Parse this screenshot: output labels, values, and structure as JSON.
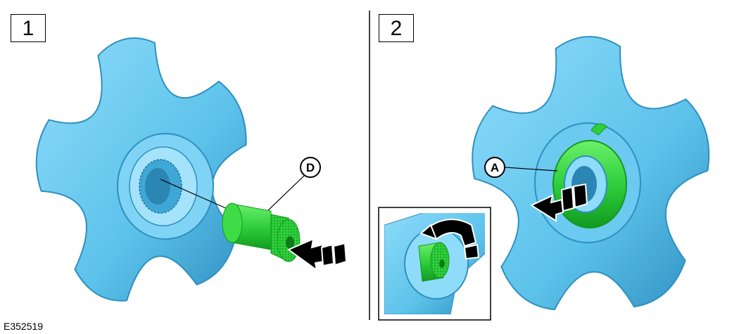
{
  "steps": [
    {
      "label": "1"
    },
    {
      "label": "2"
    }
  ],
  "callouts": {
    "d": "D",
    "a": "A"
  },
  "figure_id": "E352519",
  "colors": {
    "part_blue": "#5fc4ec",
    "part_blue_dark": "#2f8fc0",
    "tool_green": "#2fcf3c",
    "tool_green_dark": "#139a1f",
    "line": "#000000"
  }
}
